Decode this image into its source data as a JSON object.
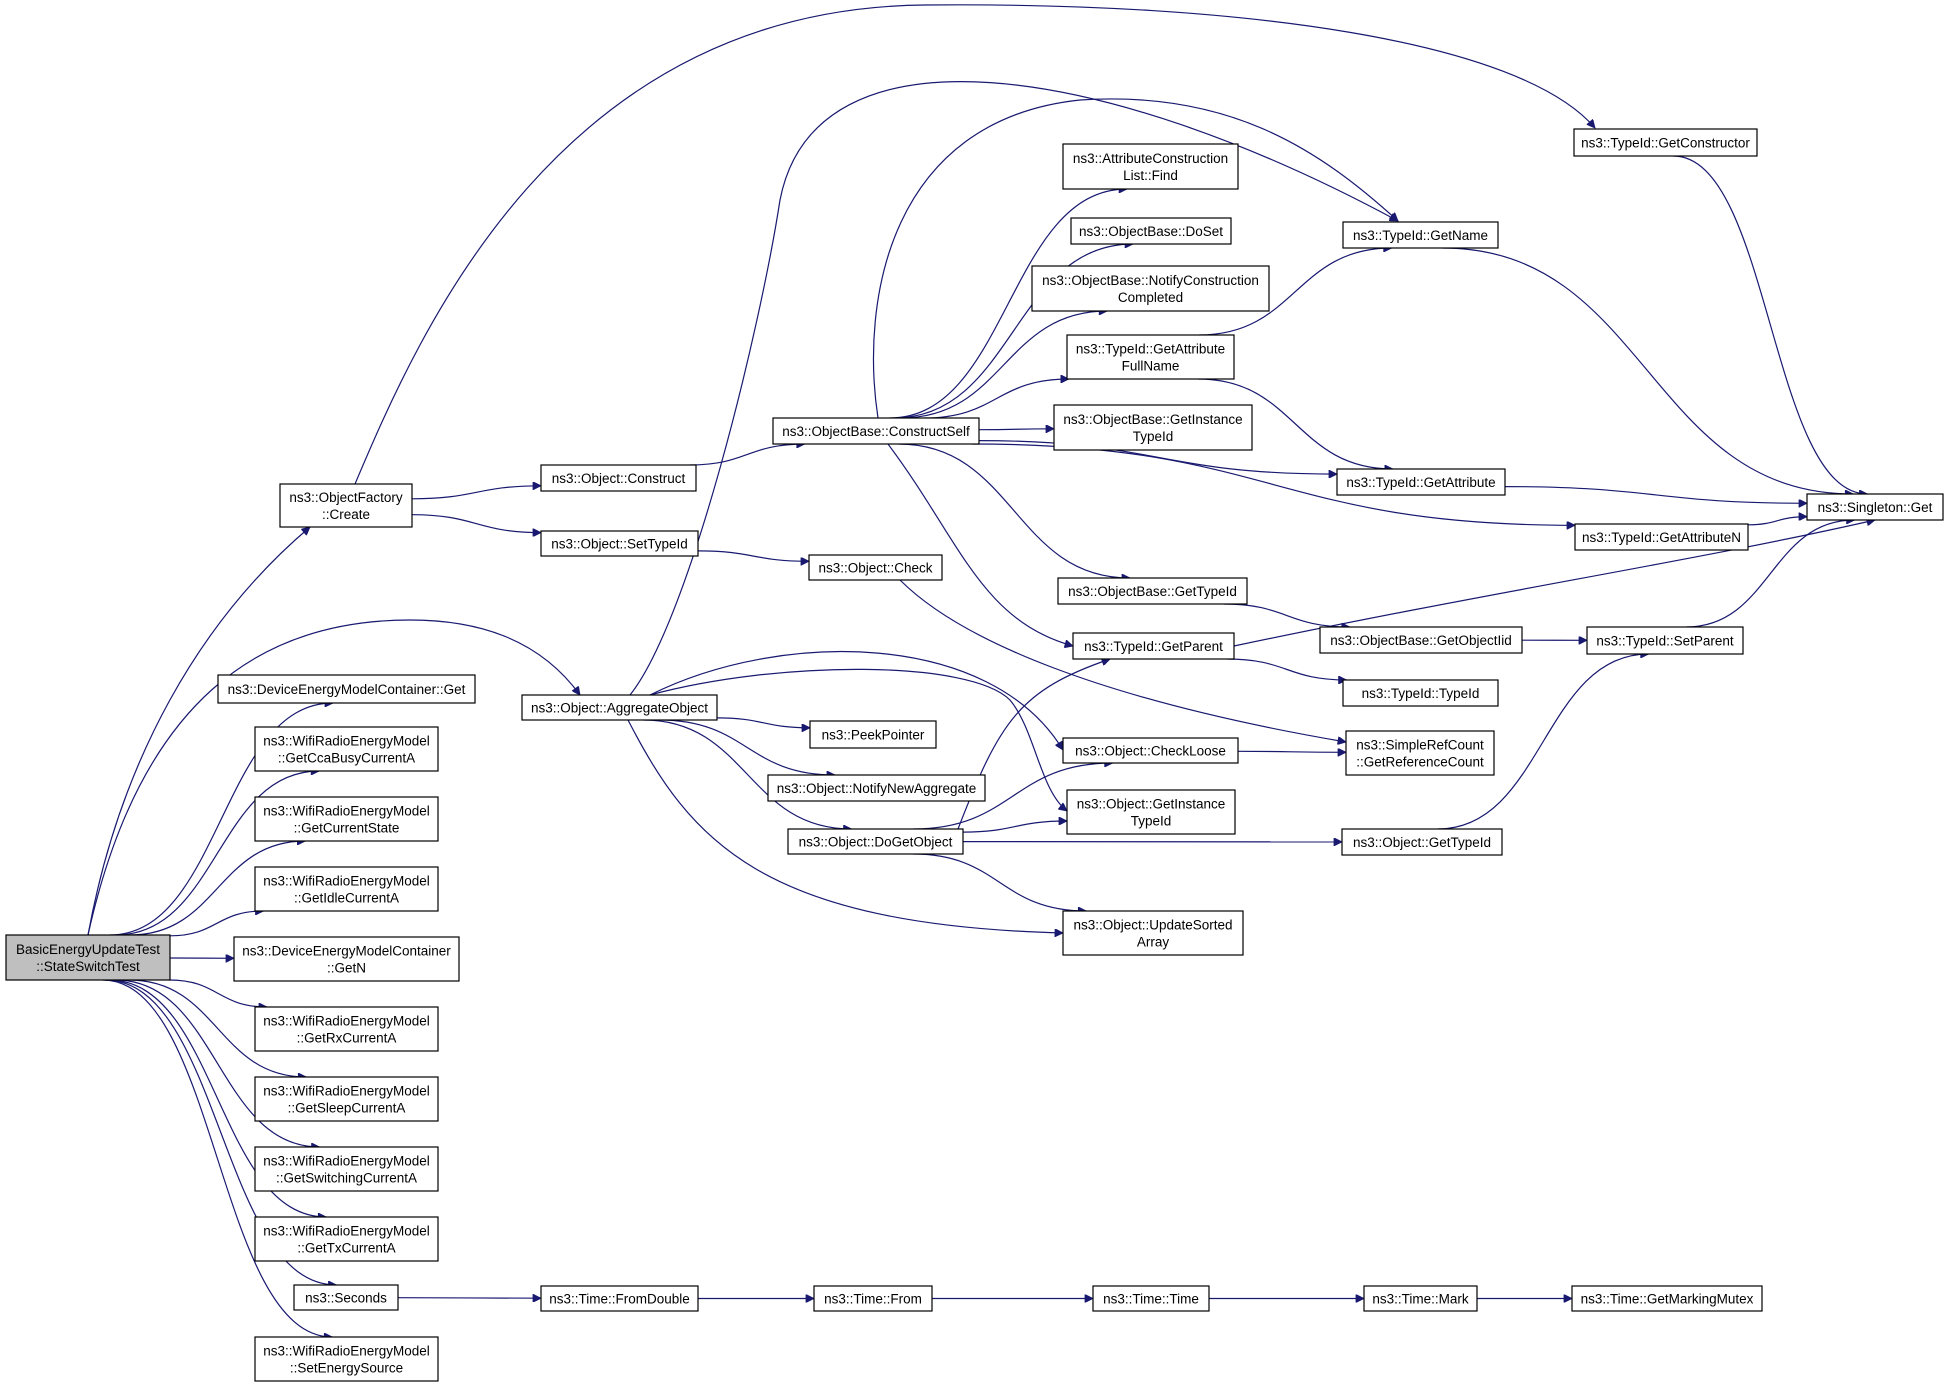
{
  "colors": {
    "edge": "#191970",
    "root_fill": "#bfbfbf",
    "node_fill": "#ffffff",
    "node_border": "#000000"
  },
  "nodes": {
    "root": [
      "BasicEnergyUpdateTest",
      "::StateSwitchTest"
    ],
    "objfactory_create": [
      "ns3::ObjectFactory",
      "::Create"
    ],
    "demc_get": [
      "ns3::DeviceEnergyModelContainer::Get"
    ],
    "w_ccabusy": [
      "ns3::WifiRadioEnergyModel",
      "::GetCcaBusyCurrentA"
    ],
    "w_curstate": [
      "ns3::WifiRadioEnergyModel",
      "::GetCurrentState"
    ],
    "w_idle": [
      "ns3::WifiRadioEnergyModel",
      "::GetIdleCurrentA"
    ],
    "demc_getn": [
      "ns3::DeviceEnergyModelContainer",
      "::GetN"
    ],
    "w_rx": [
      "ns3::WifiRadioEnergyModel",
      "::GetRxCurrentA"
    ],
    "w_sleep": [
      "ns3::WifiRadioEnergyModel",
      "::GetSleepCurrentA"
    ],
    "w_switching": [
      "ns3::WifiRadioEnergyModel",
      "::GetSwitchingCurrentA"
    ],
    "w_tx": [
      "ns3::WifiRadioEnergyModel",
      "::GetTxCurrentA"
    ],
    "seconds": [
      "ns3::Seconds"
    ],
    "w_setenergy": [
      "ns3::WifiRadioEnergyModel",
      "::SetEnergySource"
    ],
    "obj_construct": [
      "ns3::Object::Construct"
    ],
    "obj_settypeid": [
      "ns3::Object::SetTypeId"
    ],
    "obj_aggregate": [
      "ns3::Object::AggregateObject"
    ],
    "time_fromdouble": [
      "ns3::Time::FromDouble"
    ],
    "ob_constructself": [
      "ns3::ObjectBase::ConstructSelf"
    ],
    "obj_check": [
      "ns3::Object::Check"
    ],
    "peekpointer": [
      "ns3::PeekPointer"
    ],
    "obj_notifynewagg": [
      "ns3::Object::NotifyNewAggregate"
    ],
    "obj_dogetobject": [
      "ns3::Object::DoGetObject"
    ],
    "time_from": [
      "ns3::Time::From"
    ],
    "acl_find": [
      "ns3::AttributeConstruction",
      "List::Find"
    ],
    "ob_doset": [
      "ns3::ObjectBase::DoSet"
    ],
    "ob_notifyconstr": [
      "ns3::ObjectBase::NotifyConstruction",
      "Completed"
    ],
    "tid_getattrfullname": [
      "ns3::TypeId::GetAttribute",
      "FullName"
    ],
    "ob_getinstancetypeid": [
      "ns3::ObjectBase::GetInstance",
      "TypeId"
    ],
    "ob_gettypeid": [
      "ns3::ObjectBase::GetTypeId"
    ],
    "tid_getparent": [
      "ns3::TypeId::GetParent"
    ],
    "obj_checkloose": [
      "ns3::Object::CheckLoose"
    ],
    "obj_getinstancetypeid": [
      "ns3::Object::GetInstance",
      "TypeId"
    ],
    "obj_updatesorted": [
      "ns3::Object::UpdateSorted",
      "Array"
    ],
    "time_time": [
      "ns3::Time::Time"
    ],
    "tid_getname": [
      "ns3::TypeId::GetName"
    ],
    "tid_getattribute": [
      "ns3::TypeId::GetAttribute"
    ],
    "ob_getobjectiid": [
      "ns3::ObjectBase::GetObjectIid"
    ],
    "tid_typeid": [
      "ns3::TypeId::TypeId"
    ],
    "src_getrefcount": [
      "ns3::SimpleRefCount",
      "::GetReferenceCount"
    ],
    "obj_gettypeid": [
      "ns3::Object::GetTypeId"
    ],
    "time_mark": [
      "ns3::Time::Mark"
    ],
    "tid_getconstructor": [
      "ns3::TypeId::GetConstructor"
    ],
    "tid_getattributen": [
      "ns3::TypeId::GetAttributeN"
    ],
    "tid_setparent": [
      "ns3::TypeId::SetParent"
    ],
    "time_getmarkingmutex": [
      "ns3::Time::GetMarkingMutex"
    ],
    "singleton_get": [
      "ns3::Singleton::Get"
    ]
  },
  "edges": [
    [
      "root",
      "objfactory_create"
    ],
    [
      "root",
      "obj_aggregate"
    ],
    [
      "root",
      "demc_get"
    ],
    [
      "root",
      "w_ccabusy"
    ],
    [
      "root",
      "w_curstate"
    ],
    [
      "root",
      "w_idle"
    ],
    [
      "root",
      "demc_getn"
    ],
    [
      "root",
      "w_rx"
    ],
    [
      "root",
      "w_sleep"
    ],
    [
      "root",
      "w_switching"
    ],
    [
      "root",
      "w_tx"
    ],
    [
      "root",
      "seconds"
    ],
    [
      "root",
      "w_setenergy"
    ],
    [
      "objfactory_create",
      "obj_construct"
    ],
    [
      "objfactory_create",
      "obj_settypeid"
    ],
    [
      "objfactory_create",
      "tid_getconstructor"
    ],
    [
      "obj_construct",
      "ob_constructself"
    ],
    [
      "obj_settypeid",
      "obj_check"
    ],
    [
      "obj_aggregate",
      "tid_getname"
    ],
    [
      "obj_aggregate",
      "obj_checkloose"
    ],
    [
      "obj_aggregate",
      "obj_getinstancetypeid"
    ],
    [
      "obj_aggregate",
      "peekpointer"
    ],
    [
      "obj_aggregate",
      "obj_notifynewagg"
    ],
    [
      "obj_aggregate",
      "obj_dogetobject"
    ],
    [
      "obj_aggregate",
      "obj_updatesorted"
    ],
    [
      "ob_constructself",
      "tid_getname"
    ],
    [
      "ob_constructself",
      "acl_find"
    ],
    [
      "ob_constructself",
      "ob_doset"
    ],
    [
      "ob_constructself",
      "ob_notifyconstr"
    ],
    [
      "ob_constructself",
      "tid_getattrfullname"
    ],
    [
      "ob_constructself",
      "ob_getinstancetypeid"
    ],
    [
      "ob_constructself",
      "tid_getattribute"
    ],
    [
      "ob_constructself",
      "tid_getattributen"
    ],
    [
      "ob_constructself",
      "ob_gettypeid"
    ],
    [
      "ob_constructself",
      "tid_getparent"
    ],
    [
      "obj_check",
      "src_getrefcount"
    ],
    [
      "obj_dogetobject",
      "tid_getparent"
    ],
    [
      "obj_dogetobject",
      "obj_checkloose"
    ],
    [
      "obj_dogetobject",
      "obj_getinstancetypeid"
    ],
    [
      "obj_dogetobject",
      "obj_gettypeid"
    ],
    [
      "obj_dogetobject",
      "obj_updatesorted"
    ],
    [
      "tid_getattrfullname",
      "tid_getname"
    ],
    [
      "tid_getattrfullname",
      "tid_getattribute"
    ],
    [
      "ob_gettypeid",
      "ob_getobjectiid"
    ],
    [
      "ob_getobjectiid",
      "tid_setparent"
    ],
    [
      "tid_getparent",
      "singleton_get"
    ],
    [
      "tid_getparent",
      "tid_typeid"
    ],
    [
      "obj_checkloose",
      "src_getrefcount"
    ],
    [
      "obj_gettypeid",
      "tid_setparent"
    ],
    [
      "tid_getname",
      "singleton_get"
    ],
    [
      "tid_getattribute",
      "singleton_get"
    ],
    [
      "tid_getattributen",
      "singleton_get"
    ],
    [
      "tid_getconstructor",
      "singleton_get"
    ],
    [
      "tid_setparent",
      "singleton_get"
    ],
    [
      "seconds",
      "time_fromdouble"
    ],
    [
      "time_fromdouble",
      "time_from"
    ],
    [
      "time_from",
      "time_time"
    ],
    [
      "time_time",
      "time_mark"
    ],
    [
      "time_mark",
      "time_getmarkingmutex"
    ]
  ]
}
